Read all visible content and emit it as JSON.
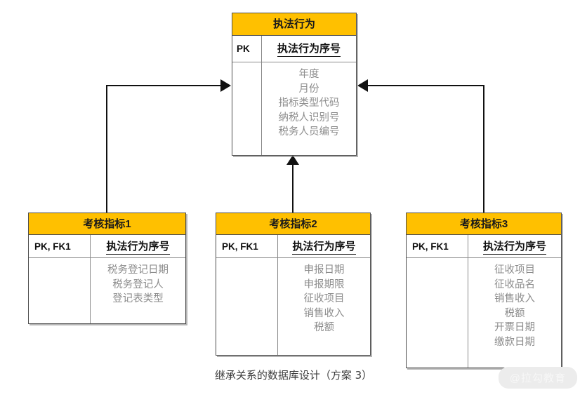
{
  "diagram": {
    "caption": "继承关系的数据库设计（方案 3）",
    "watermark": "@拉勾教育",
    "header_color": "#FFC000",
    "border_color": "#4d4d4d",
    "attr_color": "#8c8c8c"
  },
  "parent": {
    "title": "执法行为",
    "key_label": "PK",
    "key_field": "执法行为序号",
    "attributes": [
      "年度",
      "月份",
      "指标类型代码",
      "纳税人识别号",
      "税务人员编号"
    ]
  },
  "children": [
    {
      "title": "考核指标1",
      "key_label": "PK, FK1",
      "key_field": "执法行为序号",
      "attributes": [
        "税务登记日期",
        "税务登记人",
        "登记表类型"
      ]
    },
    {
      "title": "考核指标2",
      "key_label": "PK, FK1",
      "key_field": "执法行为序号",
      "attributes": [
        "申报日期",
        "申报期限",
        "征收项目",
        "销售收入",
        "税额"
      ]
    },
    {
      "title": "考核指标3",
      "key_label": "PK, FK1",
      "key_field": "执法行为序号",
      "attributes": [
        "征收项目",
        "征收品名",
        "销售收入",
        "税额",
        "开票日期",
        "缴款日期"
      ]
    }
  ],
  "relationships": [
    {
      "from": "考核指标1",
      "to": "执法行为",
      "type": "inheritance-arrow",
      "direction": "right"
    },
    {
      "from": "考核指标2",
      "to": "执法行为",
      "type": "inheritance-arrow",
      "direction": "up"
    },
    {
      "from": "考核指标3",
      "to": "执法行为",
      "type": "inheritance-arrow",
      "direction": "left"
    }
  ]
}
